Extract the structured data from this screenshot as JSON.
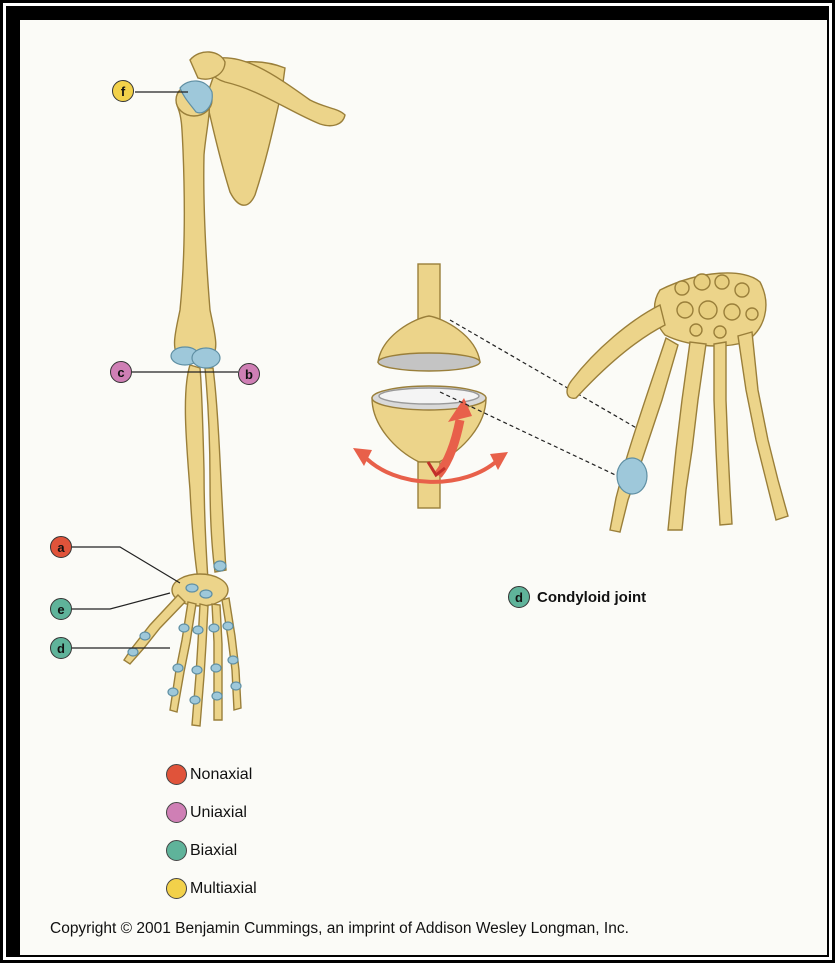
{
  "labels": {
    "f": "f",
    "c": "c",
    "b": "b",
    "a": "a",
    "e": "e",
    "d": "d"
  },
  "colors": {
    "nonaxial": "#e0533a",
    "uniaxial": "#cf7fb5",
    "biaxial": "#5fb39a",
    "multiaxial": "#f2d14a",
    "bone": "#ecd48a",
    "cartilage": "#9ec8da",
    "arrow": "#e8604a"
  },
  "condyloid": {
    "badge": "d",
    "label": "Condyloid joint"
  },
  "legend": [
    {
      "key": "nonaxial",
      "label": "Nonaxial"
    },
    {
      "key": "uniaxial",
      "label": "Uniaxial"
    },
    {
      "key": "biaxial",
      "label": "Biaxial"
    },
    {
      "key": "multiaxial",
      "label": "Multiaxial"
    }
  ],
  "copyright": "Copyright © 2001 Benjamin Cummings, an imprint of Addison Wesley Longman, Inc."
}
